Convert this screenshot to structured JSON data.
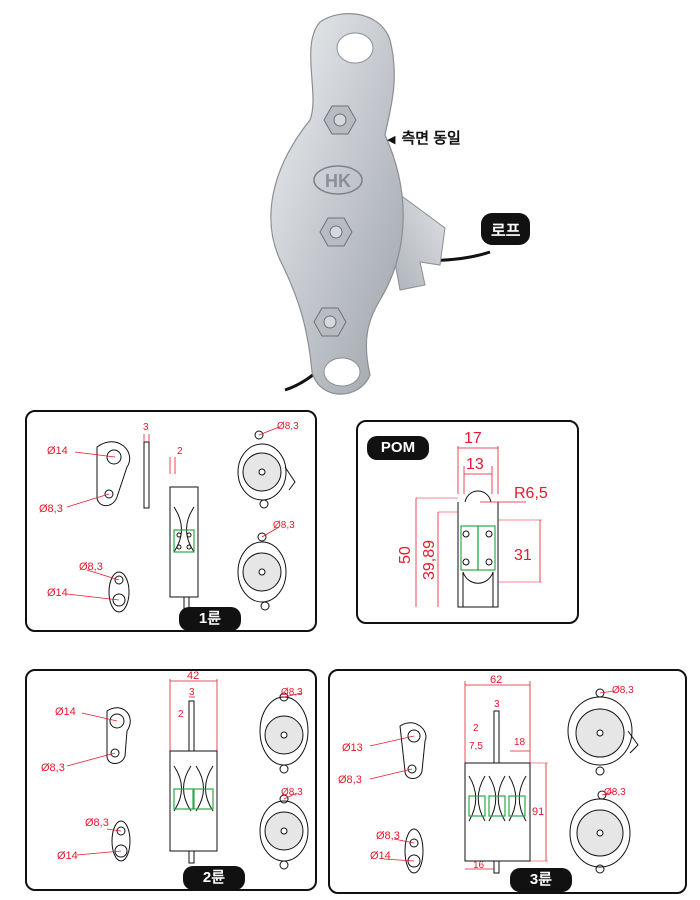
{
  "photo": {
    "logo_text": "HK",
    "side_note": "측면 동일",
    "rope_label": "로프"
  },
  "panel_1": {
    "badge": "1륜",
    "dims": {
      "top_plate_bore": "Ø14",
      "top_plate_hole": "Ø8,3",
      "bottom_plate_hole": "Ø8,3",
      "bottom_plate_bore": "Ø14",
      "plate_thickness": "3",
      "gap": "2",
      "side_top_hole": "Ø8,3",
      "side_bottom_hole": "Ø8,3"
    }
  },
  "panel_pom": {
    "badge": "POM",
    "dims": {
      "width_outer": "17",
      "width_inner": "13",
      "radius": "R6,5",
      "height_outer": "50",
      "height_inner": "39,89",
      "bearing_height": "31"
    }
  },
  "panel_2": {
    "badge": "2륜",
    "dims": {
      "top_plate_bore": "Ø14",
      "top_plate_hole": "Ø8,3",
      "bottom_plate_hole": "Ø8,3",
      "bottom_plate_bore": "Ø14",
      "width": "42",
      "plate_thickness": "3",
      "gap": "2",
      "side_top_hole": "Ø8,3",
      "side_bottom_hole": "Ø8,3"
    }
  },
  "panel_3": {
    "badge": "3륜",
    "dims": {
      "top_plate_bore": "Ø13",
      "top_plate_hole": "Ø8,3",
      "bottom_plate_hole": "Ø8,3",
      "bottom_plate_bore": "Ø14",
      "width": "62",
      "plate_thickness": "3",
      "gap": "2",
      "spacing": "7,5",
      "sheave_width": "18",
      "height": "91",
      "bottom_width": "16",
      "side_top_hole": "Ø8,3",
      "side_bottom_hole": "Ø8,3"
    }
  },
  "colors": {
    "dimension": "#e8192c",
    "bearing": "#2aa84a",
    "outline": "#111111",
    "metal": "#c9cdd2"
  }
}
